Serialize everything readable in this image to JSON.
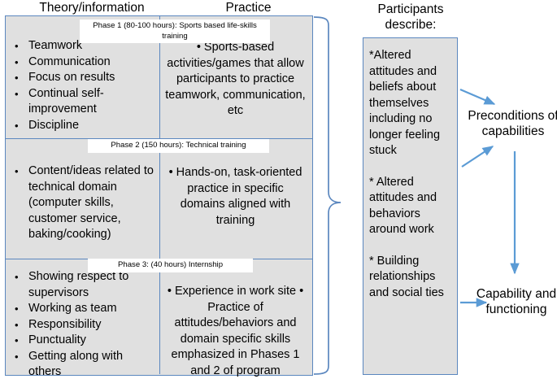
{
  "columns": {
    "theory_header": "Theory/information",
    "practice_header": "Practice"
  },
  "phases": [
    {
      "chip": "Phase 1 (80-100 hours): Sports based life-skills training",
      "theory_bullets": [
        "Teamwork",
        "Communication",
        "Focus on results",
        "Continual self-improvement",
        "Discipline"
      ],
      "practice_text": "•   Sports-based activities/games that allow participants to practice teamwork, communication, etc"
    },
    {
      "chip": "Phase 2 (150 hours): Technical training",
      "theory_bullets": [
        "Content/ideas related to technical domain (computer skills, customer service, baking/cooking)"
      ],
      "practice_text": "•   Hands-on, task-oriented practice in specific domains aligned with training"
    },
    {
      "chip": "Phase 3: (40 hours) Internship",
      "theory_bullets": [
        "Showing respect to supervisors",
        "Working as team",
        "Responsibility",
        "Punctuality",
        "Getting along with others"
      ],
      "practice_text": "•   Experience in work site       •   Practice of attitudes/behaviors and domain specific skills emphasized in Phases 1 and 2 of program"
    }
  ],
  "participants": {
    "title": "Participants describe:",
    "items": [
      "*Altered attitudes and beliefs about themselves including no longer feeling stuck",
      "* Altered attitudes and behaviors around work",
      "* Building relationships and social ties"
    ]
  },
  "outcomes": {
    "preconditions": "Preconditions of capabilities",
    "capability": "Capability and functioning"
  },
  "colors": {
    "box_border": "#5b87bf",
    "box_fill": "#e0e0e0",
    "connector": "#5b9bd5",
    "chip_fill": "#ffffff",
    "page_bg": "#ffffff",
    "text": "#000000"
  }
}
